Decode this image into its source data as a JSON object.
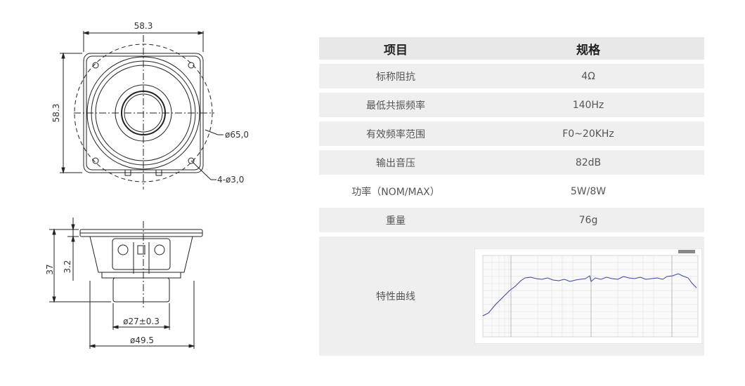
{
  "drawing": {
    "top_view": {
      "width_dim": "58.3",
      "height_dim": "58.3",
      "outer_diameter": "ø65,0",
      "mount_holes": "4-ø3,0"
    },
    "side_view": {
      "total_height": "37",
      "flange_height": "3.2",
      "magnet_diameter": "ø27±0.3",
      "basket_diameter": "ø49.5"
    }
  },
  "table": {
    "headers": [
      "项目",
      "规格"
    ],
    "rows": [
      {
        "item": "标称阻抗",
        "spec": "4Ω"
      },
      {
        "item": "最低共振频率",
        "spec": "140Hz"
      },
      {
        "item": "有效频率范围",
        "spec": "F0~20KHz"
      },
      {
        "item": "输出音压",
        "spec": "82dB"
      },
      {
        "item": "功率（NOM/MAX）",
        "spec": "5W/8W"
      },
      {
        "item": "重量",
        "spec": "76g"
      }
    ],
    "curve_label": "特性曲线"
  },
  "colors": {
    "row_shade": "#efefef",
    "curve_line": "#3a3fb0",
    "drawing_line": "#222222"
  }
}
